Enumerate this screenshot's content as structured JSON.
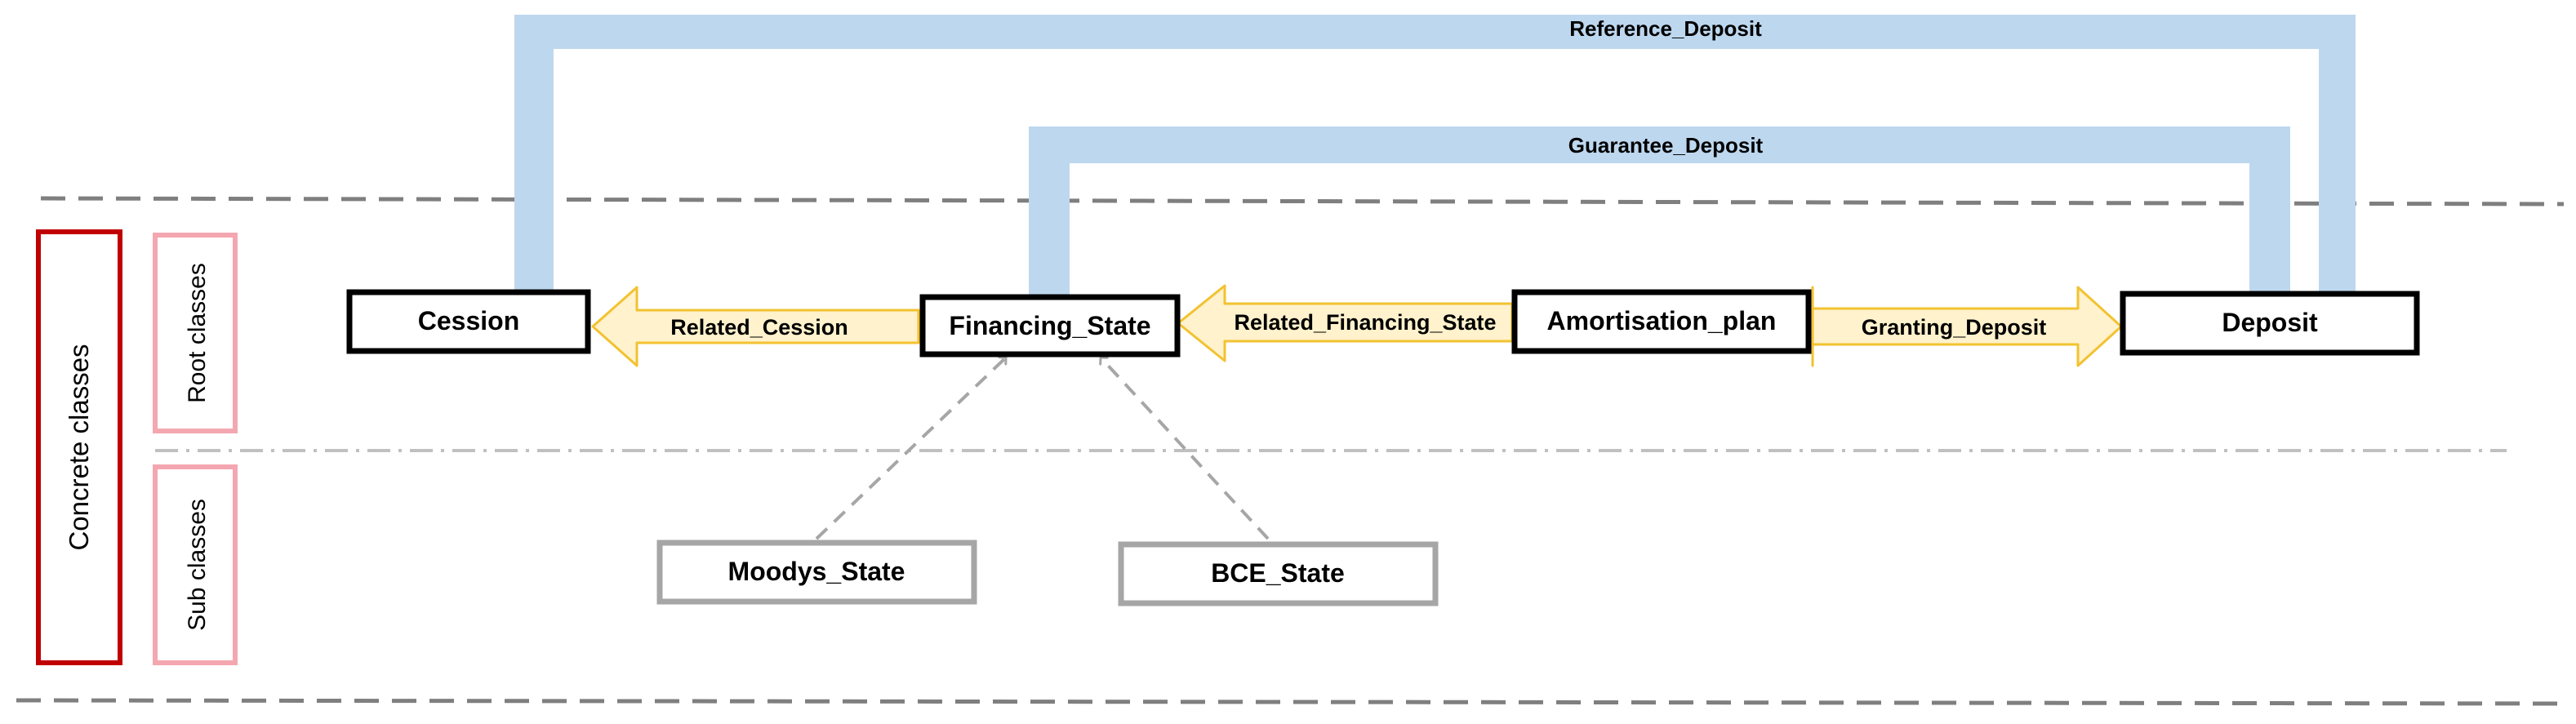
{
  "colors": {
    "concrete_border": "#c00000",
    "tier_border": "#f4a7b0",
    "class_border": "#000000",
    "subclass_border": "#a6a6a6",
    "arrow_fill": "#fff2cc",
    "arrow_stroke": "#f2c230",
    "bracket_fill": "#bdd7ee",
    "dash_line": "#7f7f7f",
    "dashdot_line": "#c0c0c0",
    "inherit_line": "#a6a6a6"
  },
  "sidebar": {
    "concrete_label": "Concrete classes",
    "root_label": "Root classes",
    "sub_label": "Sub classes"
  },
  "classes": {
    "cession": "Cession",
    "financing_state": "Financing_State",
    "amortisation_plan": "Amortisation_plan",
    "deposit": "Deposit",
    "moodys_state": "Moodys_State",
    "bce_state": "BCE_State"
  },
  "relations": {
    "related_cession": "Related_Cession",
    "related_financing_state": "Related_Financing_State",
    "granting_deposit": "Granting_Deposit",
    "reference_deposit": "Reference_Deposit",
    "guarantee_deposit": "Guarantee_Deposit"
  }
}
